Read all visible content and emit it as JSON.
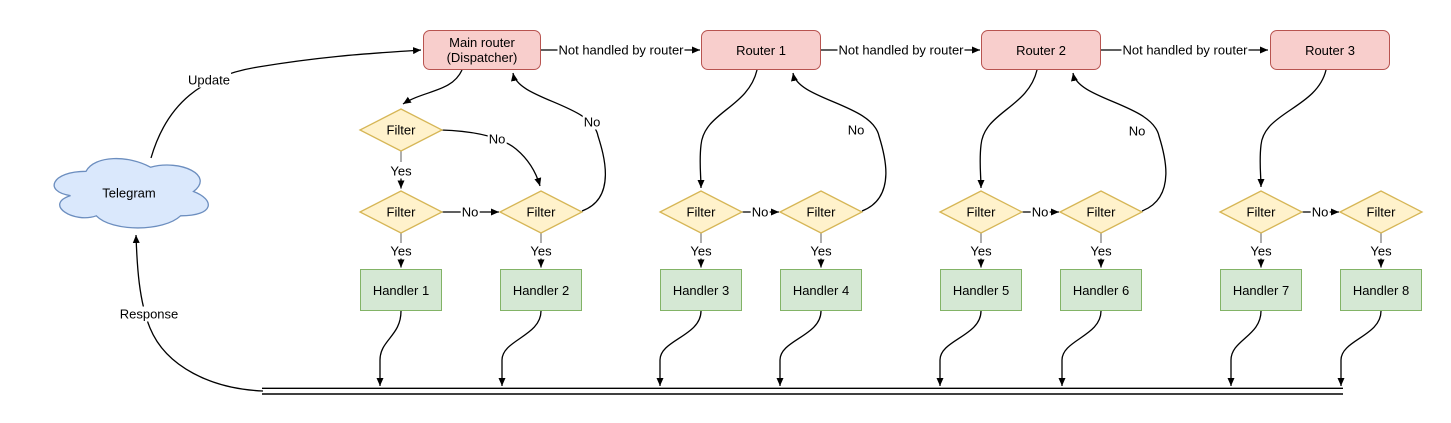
{
  "diagram": {
    "cloud": {
      "label": "Telegram"
    },
    "dispatcher": {
      "line1": "Main router",
      "line2": "(Dispatcher)"
    },
    "routers": [
      {
        "label": "Router 1"
      },
      {
        "label": "Router 2"
      },
      {
        "label": "Router 3"
      }
    ],
    "handlers": [
      {
        "label": "Handler 1"
      },
      {
        "label": "Handler 2"
      },
      {
        "label": "Handler 3"
      },
      {
        "label": "Handler 4"
      },
      {
        "label": "Handler 5"
      },
      {
        "label": "Handler 6"
      },
      {
        "label": "Handler 7"
      },
      {
        "label": "Handler 8"
      }
    ],
    "labels": {
      "filter": "Filter",
      "yes": "Yes",
      "no": "No",
      "not_handled": "Not handled by router",
      "update": "Update",
      "response": "Response"
    },
    "colors": {
      "router_fill": "#f8cecc",
      "router_stroke": "#b85450",
      "filter_fill": "#fff2cc",
      "filter_stroke": "#d6b656",
      "handler_fill": "#d5e8d4",
      "handler_stroke": "#82b366",
      "cloud_fill": "#dae8fc",
      "cloud_stroke": "#6c8ebf",
      "edge": "#000000",
      "stub": "#999999"
    }
  }
}
